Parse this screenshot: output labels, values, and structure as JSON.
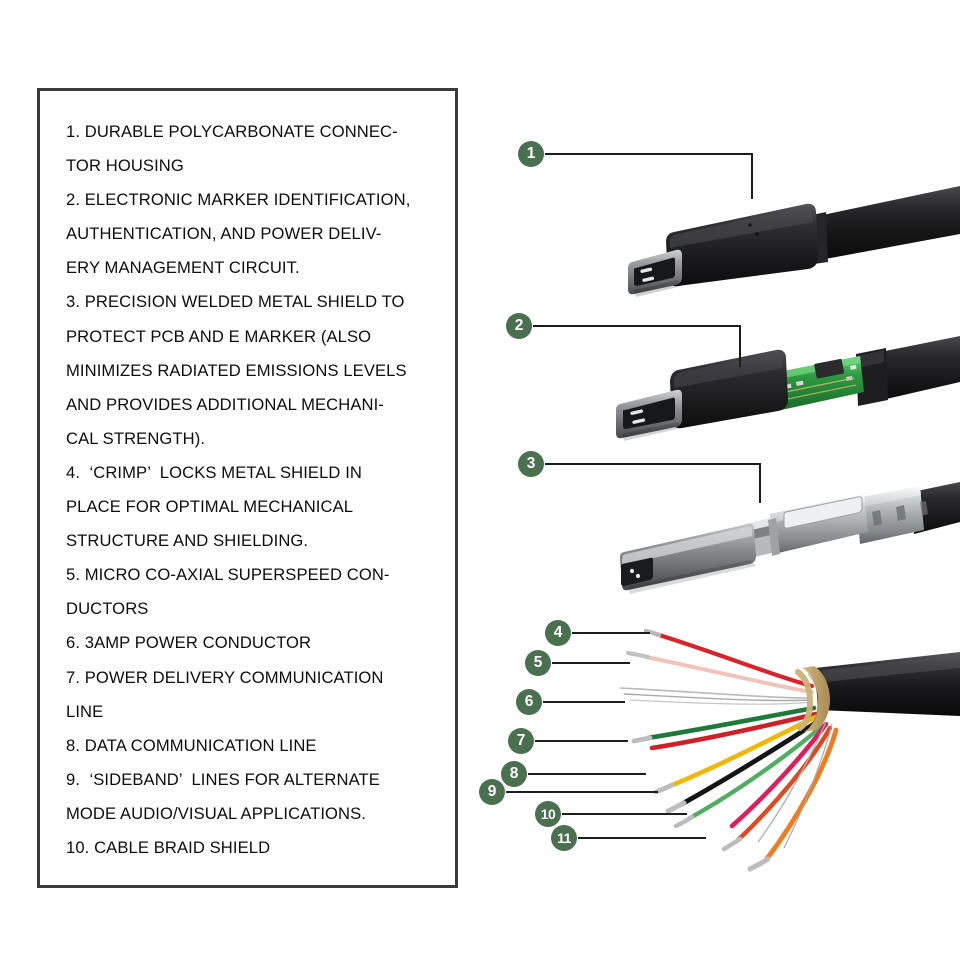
{
  "legend": {
    "lines": [
      "1. DURABLE POLYCARBONATE CONNEC-",
      "TOR HOUSING",
      "2. ELECTRONIC MARKER IDENTIFICATION,",
      "AUTHENTICATION, AND POWER DELIV-",
      "ERY MANAGEMENT CIRCUIT.",
      "3. PRECISION WELDED METAL SHIELD TO",
      "PROTECT PCB AND E MARKER (ALSO",
      "MINIMIZES RADIATED EMISSIONS LEVELS",
      "AND PROVIDES ADDITIONAL MECHANI-",
      "CAL STRENGTH).",
      "4.  ‘CRIMP’  LOCKS METAL SHIELD IN",
      "PLACE FOR OPTIMAL MECHANICAL",
      "STRUCTURE AND SHIELDING.",
      "5. MICRO CO-AXIAL SUPERSPEED CON-",
      "DUCTORS",
      "6. 3AMP POWER CONDUCTOR",
      "7. POWER DELIVERY COMMUNICATION",
      "LINE",
      "8. DATA COMMUNICATION LINE",
      "9.  ‘SIDEBAND’  LINES FOR ALTERNATE",
      "MODE AUDIO/VISUAL APPLICATIONS.",
      "10. CABLE BRAID SHIELD"
    ]
  },
  "callouts": [
    {
      "number": "1",
      "target": "connector-housing"
    },
    {
      "number": "2",
      "target": "e-marker-pcb"
    },
    {
      "number": "3",
      "target": "metal-shield"
    },
    {
      "number": "4",
      "target": "wire-red"
    },
    {
      "number": "5",
      "target": "wire-pink-white"
    },
    {
      "number": "6",
      "target": "wire-braid-silver"
    },
    {
      "number": "7",
      "target": "wire-green-red-pair"
    },
    {
      "number": "8",
      "target": "wire-yellow"
    },
    {
      "number": "9",
      "target": "wire-black-green"
    },
    {
      "number": "10",
      "target": "wire-orange"
    },
    {
      "number": "11",
      "target": "wire-orange-red"
    }
  ],
  "colors": {
    "badge_green": "#4a7050",
    "leader_line": "#1d1d1d",
    "box_border": "#3a3a3c",
    "cable_jacket": "#1f1f21",
    "connector_housing": "#232325",
    "metal_shield": "#b9bcbd",
    "pcb_green": "#2f8a3e",
    "braid_tan": "#c9ad7a",
    "background": "#ffffff"
  },
  "wires": [
    {
      "name": "red",
      "color": "#d8232a"
    },
    {
      "name": "pink-white",
      "color": "#f0c3bb"
    },
    {
      "name": "silver-braid",
      "color": "#b5b5b5"
    },
    {
      "name": "green",
      "color": "#1d7a3a"
    },
    {
      "name": "red-2",
      "color": "#cf2026"
    },
    {
      "name": "yellow",
      "color": "#f2b705"
    },
    {
      "name": "black",
      "color": "#151515"
    },
    {
      "name": "green-2",
      "color": "#4fae62"
    },
    {
      "name": "magenta",
      "color": "#e01f5a"
    },
    {
      "name": "orange-red",
      "color": "#e0491f"
    },
    {
      "name": "orange",
      "color": "#f07c1e"
    }
  ]
}
